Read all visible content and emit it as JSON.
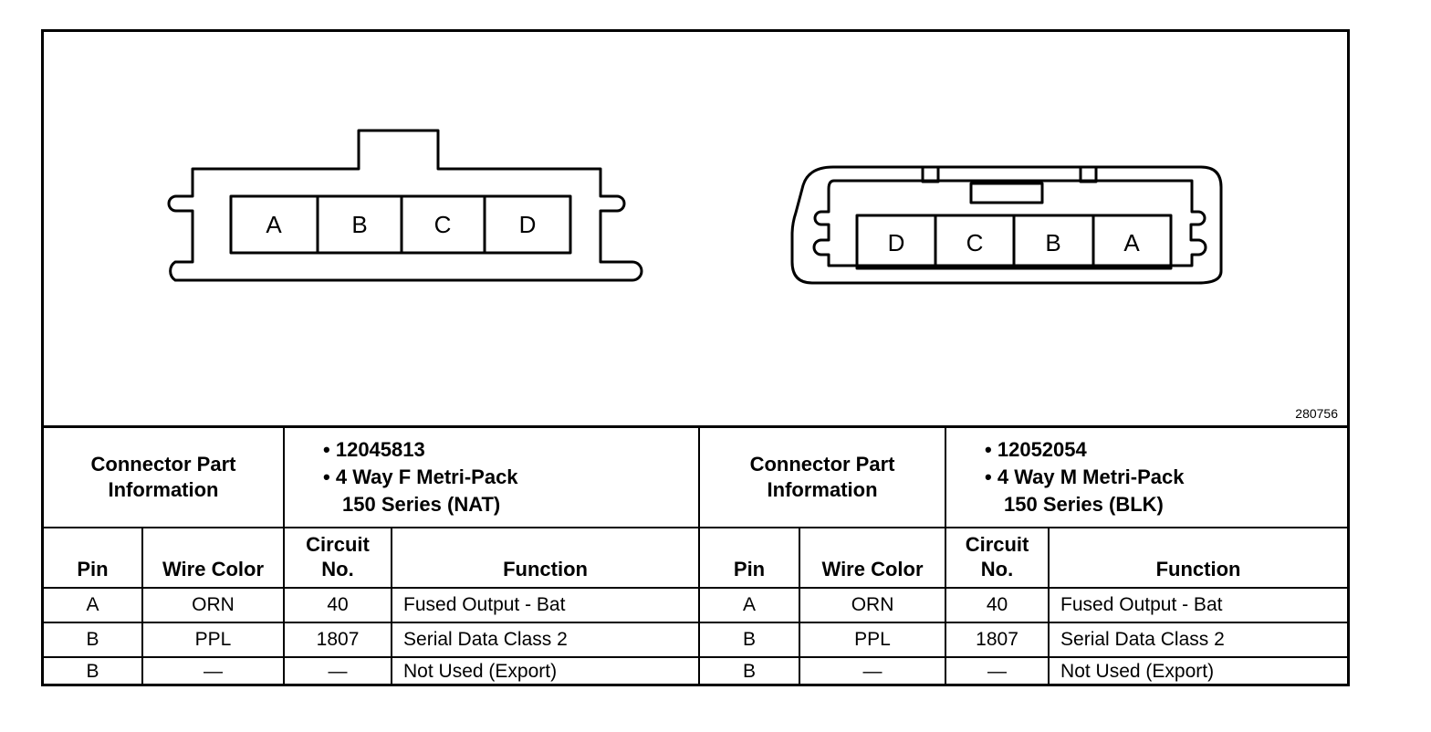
{
  "figure_id": "280756",
  "connectors": [
    {
      "side": "left",
      "pin_order": [
        "A",
        "B",
        "C",
        "D"
      ],
      "part_label": "Connector Part Information",
      "part_number": "12045813",
      "description_line1": "4 Way F Metri-Pack",
      "description_line2": "150 Series (NAT)",
      "headers": {
        "pin": "Pin",
        "wire_color": "Wire Color",
        "circuit_line1": "Circuit",
        "circuit_line2": "No.",
        "function": "Function"
      },
      "rows": [
        {
          "pin": "A",
          "wire_color": "ORN",
          "circuit": "40",
          "function": "Fused Output - Bat"
        },
        {
          "pin": "B",
          "wire_color": "PPL",
          "circuit": "1807",
          "function": "Serial Data Class 2"
        },
        {
          "pin": "B",
          "wire_color": "—",
          "circuit": "—",
          "function": "Not Used (Export)"
        }
      ]
    },
    {
      "side": "right",
      "pin_order": [
        "D",
        "C",
        "B",
        "A"
      ],
      "part_label": "Connector Part Information",
      "part_number": "12052054",
      "description_line1": "4 Way M Metri-Pack",
      "description_line2": "150 Series (BLK)",
      "headers": {
        "pin": "Pin",
        "wire_color": "Wire Color",
        "circuit_line1": "Circuit",
        "circuit_line2": "No.",
        "function": "Function"
      },
      "rows": [
        {
          "pin": "A",
          "wire_color": "ORN",
          "circuit": "40",
          "function": "Fused Output - Bat"
        },
        {
          "pin": "B",
          "wire_color": "PPL",
          "circuit": "1807",
          "function": "Serial Data Class 2"
        },
        {
          "pin": "B",
          "wire_color": "—",
          "circuit": "—",
          "function": "Not Used (Export)"
        }
      ]
    }
  ],
  "bullet": "•"
}
